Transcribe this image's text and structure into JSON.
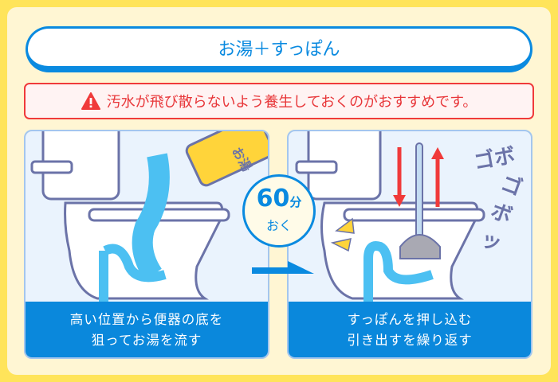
{
  "title": "お湯＋すっぽん",
  "warning": {
    "icon": "warning-triangle-icon",
    "text": "汚水が飛び散らないよう養生しておくのがおすすめです。"
  },
  "step1": {
    "caption_line1": "高い位置から便器の底を",
    "caption_line2": "狙ってお湯を流す",
    "bucket_label": "お湯"
  },
  "wait": {
    "number": "60",
    "unit": "分",
    "text": "おく"
  },
  "step2": {
    "caption_line1": "すっぽんを押し込む",
    "caption_line2": "引き出すを繰り返す",
    "sfx1": "ゴボ",
    "sfx2": "ゴボッ"
  },
  "colors": {
    "blue": "#0a88dc",
    "red": "#f03a3a",
    "frame": "#ffe45a",
    "water": "#4cc0f2"
  }
}
